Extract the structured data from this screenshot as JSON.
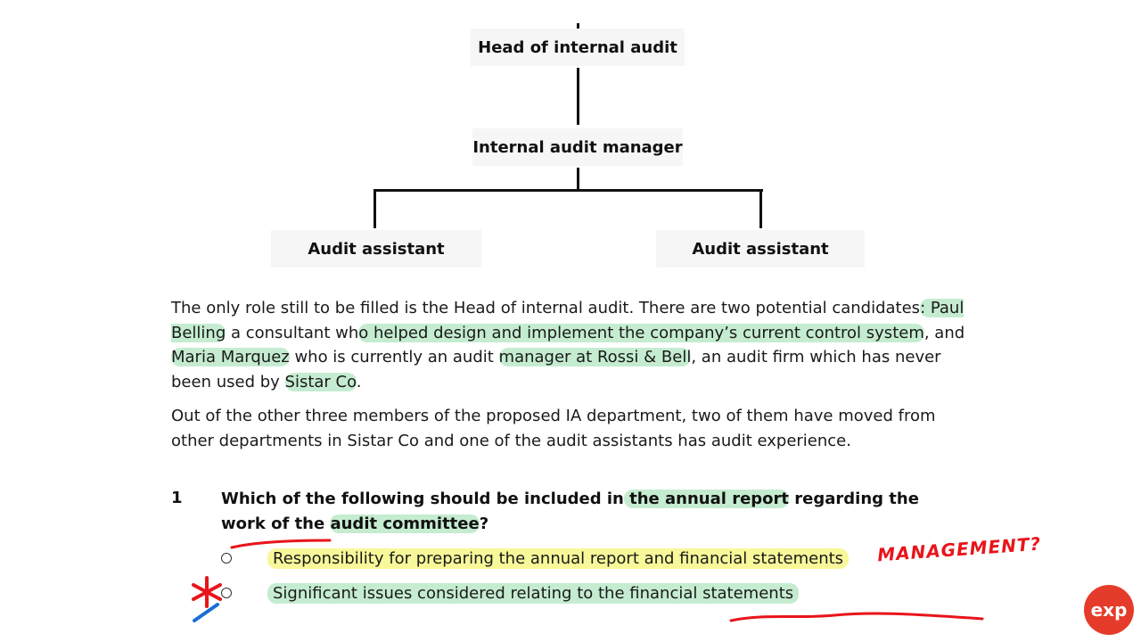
{
  "org_chart": {
    "head": "Head of internal audit",
    "manager": "Internal audit manager",
    "assistant_left": "Audit assistant",
    "assistant_right": "Audit assistant"
  },
  "paragraph1": {
    "t1": "The only role still to be filled is the Head of internal audit. There are two potential candidates",
    "t2": ": Paul Belling",
    "t3": " a consultant wh",
    "t4": "o helped design and implement the company’s current control system",
    "t5": ", and ",
    "t6": "Maria Marquez",
    "t7": " who is currently an audit ",
    "t8": "manager at Rossi & Bell",
    "t9": ", an audit firm which has never been used by ",
    "t10": "Sistar Co",
    "t11": "."
  },
  "paragraph2": "Out of the other three members of the proposed IA department, two of them have moved from other departments in Sistar Co and one of the audit assistants has audit experience.",
  "question": {
    "number": "1",
    "t1": "Which of the following should be included in",
    "t2": " the annual report",
    "t3": " regarding the work of the ",
    "t4": "audit committee",
    "t5": "?"
  },
  "options": [
    "Responsibility for preparing the annual report and financial statements",
    "Significant issues considered relating to the financial statements"
  ],
  "annotation_note": "MANAGEMENT?",
  "logo_text": "exp",
  "colors": {
    "highlight_green": "#96dcaa",
    "highlight_yellow": "#f5f578",
    "ink_red": "#e8151b",
    "ink_blue": "#1a6fd6",
    "logo": "#e53b2a"
  }
}
